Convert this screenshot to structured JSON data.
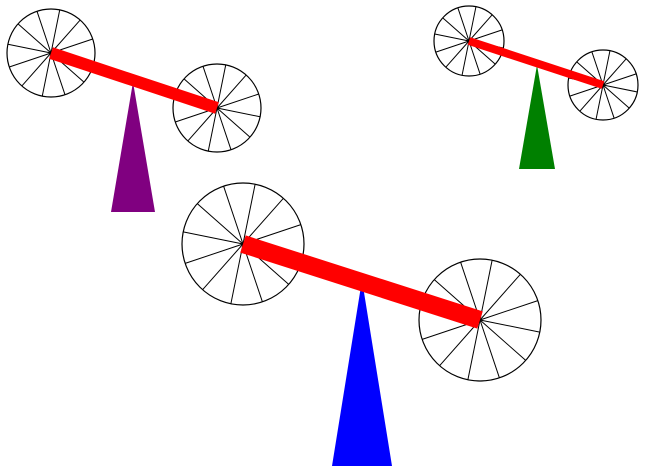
{
  "colors": {
    "background": "#ffffff",
    "beam": "#ff0000",
    "wheel_stroke": "#000000",
    "wheel_fill": "#ffffff"
  },
  "scene": {
    "balances": [
      {
        "name": "balance-top-left",
        "fulcrum_color": "#800080",
        "left_wheel": {
          "spokes": 12
        },
        "right_wheel": {
          "spokes": 12
        }
      },
      {
        "name": "balance-top-right",
        "fulcrum_color": "#008000",
        "left_wheel": {
          "spokes": 12
        },
        "right_wheel": {
          "spokes": 12
        }
      },
      {
        "name": "balance-center",
        "fulcrum_color": "#0000ff",
        "left_wheel": {
          "spokes": 12
        },
        "right_wheel": {
          "spokes": 12
        }
      }
    ]
  }
}
